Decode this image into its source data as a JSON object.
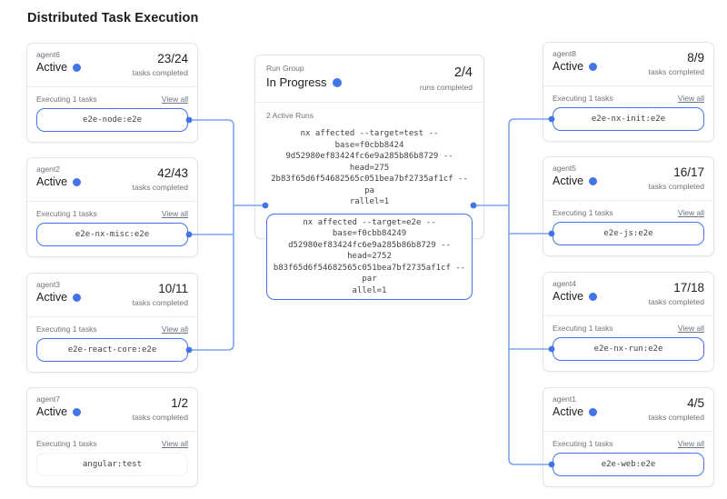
{
  "page": {
    "title": "Distributed Task Execution"
  },
  "colors": {
    "accent_blue": "#4274e8",
    "connector_blue": "#7ca3f2",
    "text_dark": "#202024",
    "text_gray": "#71717a",
    "card_border": "#e4e4e7"
  },
  "run_group": {
    "label": "Run Group",
    "status": "In Progress",
    "count": "2/4",
    "count_caption": "runs completed",
    "active_runs_label": "2 Active Runs",
    "commands": [
      {
        "highlighted": false,
        "lines": [
          "nx affected --target=test --base=f0cbb8424",
          "9d52980ef83424fc6e9a285b86b8729 --head=275",
          "2b83f65d6f54682565c051bea7bf2735af1cf --pa",
          "rallel=1"
        ]
      },
      {
        "highlighted": true,
        "lines": [
          "nx affected --target=e2e --base=f0cbb84249",
          "d52980ef83424fc6e9a285b86b8729 --head=2752",
          "b83f65d6f54682565c051bea7bf2735af1cf --par",
          "allel=1"
        ]
      }
    ]
  },
  "agents": {
    "left": [
      {
        "name": "agent6",
        "status": "Active",
        "count": "23/24",
        "count_caption": "tasks completed",
        "executing_label": "Executing 1 tasks",
        "view_all_label": "View all",
        "task": "e2e-node:e2e",
        "connected": true
      },
      {
        "name": "agent2",
        "status": "Active",
        "count": "42/43",
        "count_caption": "tasks completed",
        "executing_label": "Executing 1 tasks",
        "view_all_label": "View all",
        "task": "e2e-nx-misc:e2e",
        "connected": true
      },
      {
        "name": "agent3",
        "status": "Active",
        "count": "10/11",
        "count_caption": "tasks completed",
        "executing_label": "Executing 1 tasks",
        "view_all_label": "View all",
        "task": "e2e-react-core:e2e",
        "connected": true
      },
      {
        "name": "agent7",
        "status": "Active",
        "count": "1/2",
        "count_caption": "tasks completed",
        "executing_label": "Executing 1 tasks",
        "view_all_label": "View all",
        "task": "angular:test",
        "connected": false
      }
    ],
    "right": [
      {
        "name": "agent8",
        "status": "Active",
        "count": "8/9",
        "count_caption": "tasks completed",
        "executing_label": "Executing 1 tasks",
        "view_all_label": "View all",
        "task": "e2e-nx-init:e2e",
        "connected": true
      },
      {
        "name": "agent5",
        "status": "Active",
        "count": "16/17",
        "count_caption": "tasks completed",
        "executing_label": "Executing 1 tasks",
        "view_all_label": "View all",
        "task": "e2e-js:e2e",
        "connected": true
      },
      {
        "name": "agent4",
        "status": "Active",
        "count": "17/18",
        "count_caption": "tasks completed",
        "executing_label": "Executing 1 tasks",
        "view_all_label": "View all",
        "task": "e2e-nx-run:e2e",
        "connected": true
      },
      {
        "name": "agent1",
        "status": "Active",
        "count": "4/5",
        "count_caption": "tasks completed",
        "executing_label": "Executing 1 tasks",
        "view_all_label": "View all",
        "task": "e2e-web:e2e",
        "connected": true
      }
    ]
  }
}
